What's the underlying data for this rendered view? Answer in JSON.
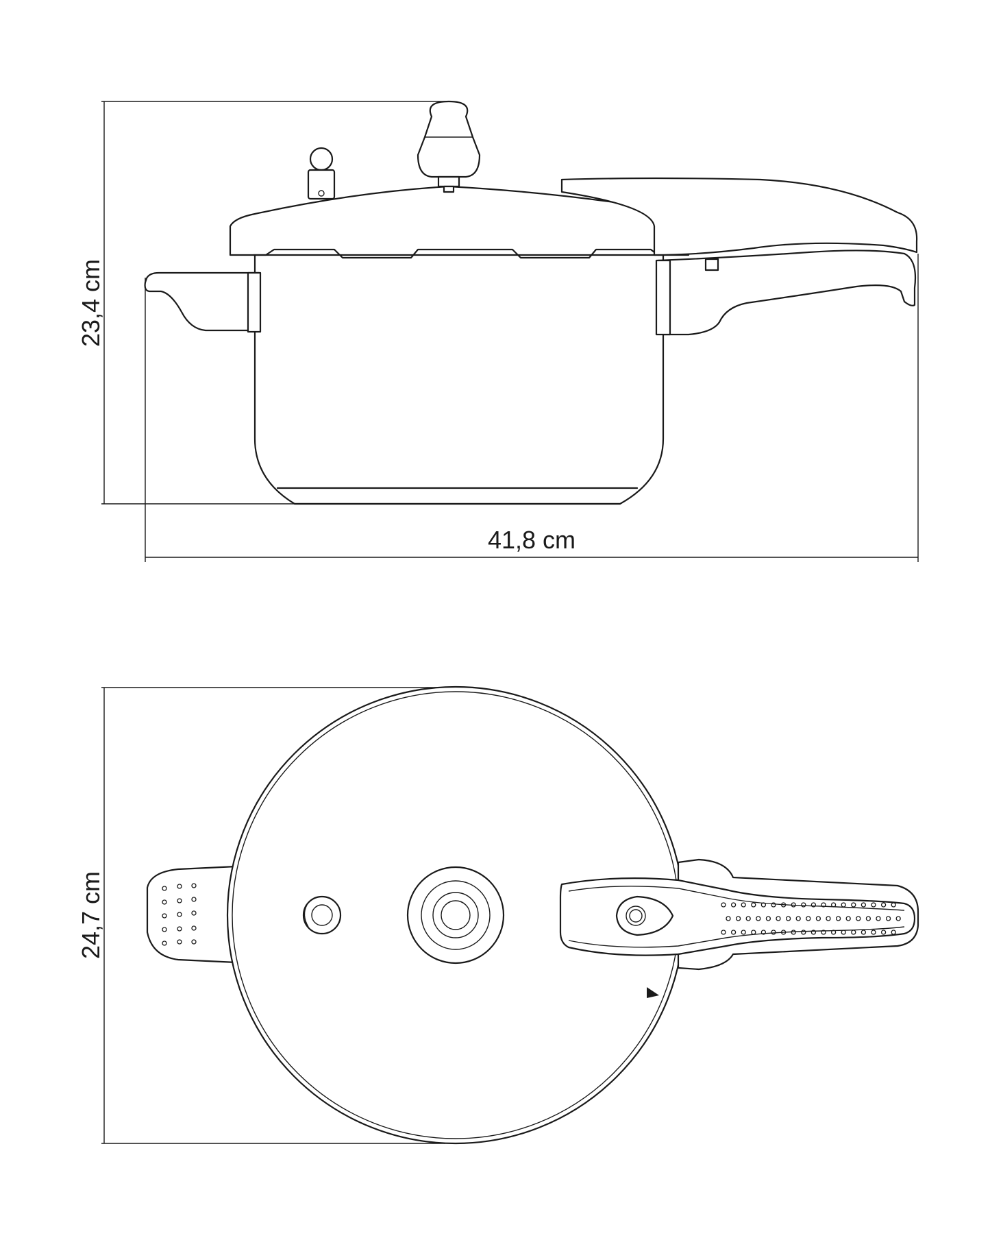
{
  "dimensions": {
    "side_height": "23,4 cm",
    "side_width": "41,8 cm",
    "top_diameter": "24,7 cm"
  },
  "colors": {
    "line": "#1a1a1a",
    "background": "#ffffff"
  }
}
